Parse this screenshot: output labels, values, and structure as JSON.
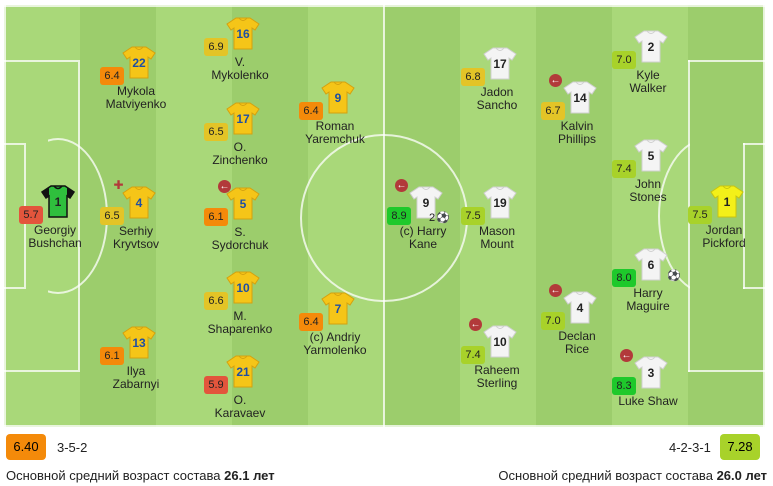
{
  "colors": {
    "r_orange": "#f48a0a",
    "r_yellow": "#e3c427",
    "r_lgreen": "#a8d22a",
    "r_green": "#49c43a",
    "r_bgreen": "#1ec92b",
    "r_red": "#e3553c",
    "ukr_shirt": "#f5c518",
    "ukr_num": "#1f4fa3",
    "eng_shirt": "#f4f4f4",
    "gk_ukr": "#2fbf3d",
    "gk_eng": "#f3f019",
    "accent_red": "#b23a3a"
  },
  "home": {
    "rating": "6.40",
    "formation": "3-5-2",
    "age_label": "Основной средний возраст состава",
    "age_value": "26.1 лет",
    "players": [
      {
        "id": "bushchan",
        "number": "1",
        "name": "Georgiy\nBushchan",
        "rating": "5.7",
        "rcolor": "#e3553c",
        "shirt": "gk_ukr"
      },
      {
        "id": "matviyenko",
        "number": "22",
        "name": "Mykola\nMatviyenko",
        "rating": "6.4",
        "rcolor": "#f48a0a",
        "shirt": "ukr"
      },
      {
        "id": "kryvtsov",
        "number": "4",
        "name": "Serhiy\nKryvtsov",
        "rating": "6.5",
        "rcolor": "#e3c427",
        "shirt": "ukr"
      },
      {
        "id": "zabarnyi",
        "number": "13",
        "name": "Ilya\nZabarnyi",
        "rating": "6.1",
        "rcolor": "#f48a0a",
        "shirt": "ukr"
      },
      {
        "id": "mykolenko",
        "number": "16",
        "name": "V.\nMykolenko",
        "rating": "6.9",
        "rcolor": "#e3c427",
        "shirt": "ukr"
      },
      {
        "id": "zinchenko",
        "number": "17",
        "name": "O.\nZinchenko",
        "rating": "6.5",
        "rcolor": "#e3c427",
        "shirt": "ukr"
      },
      {
        "id": "sydorchuk",
        "number": "5",
        "name": "S.\nSydorchuk",
        "rating": "6.1",
        "rcolor": "#f48a0a",
        "shirt": "ukr"
      },
      {
        "id": "shaparenko",
        "number": "10",
        "name": "M.\nShaparenko",
        "rating": "6.6",
        "rcolor": "#e3c427",
        "shirt": "ukr"
      },
      {
        "id": "karavaev",
        "number": "21",
        "name": "O.\nKaravaev",
        "rating": "5.9",
        "rcolor": "#e3553c",
        "shirt": "ukr"
      },
      {
        "id": "yaremchuk",
        "number": "9",
        "name": "Roman\nYaremchuk",
        "rating": "6.4",
        "rcolor": "#f48a0a",
        "shirt": "ukr"
      },
      {
        "id": "yarmolenko",
        "number": "7",
        "name": "(c) Andriy\nYarmolenko",
        "rating": "6.4",
        "rcolor": "#f48a0a",
        "shirt": "ukr"
      }
    ]
  },
  "away": {
    "rating": "7.28",
    "formation": "4-2-3-1",
    "age_label": "Основной средний возраст состава",
    "age_value": "26.0 лет",
    "players": [
      {
        "id": "kane",
        "number": "9",
        "name": "(c) Harry\nKane",
        "rating": "8.9",
        "rcolor": "#1ec92b",
        "shirt": "eng",
        "goals": "2"
      },
      {
        "id": "sancho",
        "number": "17",
        "name": "Jadon\nSancho",
        "rating": "6.8",
        "rcolor": "#e3c427",
        "shirt": "eng"
      },
      {
        "id": "mount",
        "number": "19",
        "name": "Mason\nMount",
        "rating": "7.5",
        "rcolor": "#a8d22a",
        "shirt": "eng"
      },
      {
        "id": "sterling",
        "number": "10",
        "name": "Raheem\nSterling",
        "rating": "7.4",
        "rcolor": "#a8d22a",
        "shirt": "eng"
      },
      {
        "id": "phillips",
        "number": "14",
        "name": "Kalvin\nPhillips",
        "rating": "6.7",
        "rcolor": "#e3c427",
        "shirt": "eng"
      },
      {
        "id": "rice",
        "number": "4",
        "name": "Declan\nRice",
        "rating": "7.0",
        "rcolor": "#a8d22a",
        "shirt": "eng"
      },
      {
        "id": "walker",
        "number": "2",
        "name": "Kyle\nWalker",
        "rating": "7.0",
        "rcolor": "#a8d22a",
        "shirt": "eng"
      },
      {
        "id": "stones",
        "number": "5",
        "name": "John\nStones",
        "rating": "7.4",
        "rcolor": "#a8d22a",
        "shirt": "eng"
      },
      {
        "id": "maguire",
        "number": "6",
        "name": "Harry\nMaguire",
        "rating": "8.0",
        "rcolor": "#1ec92b",
        "shirt": "eng"
      },
      {
        "id": "shaw",
        "number": "3",
        "name": "Luke Shaw",
        "rating": "8.3",
        "rcolor": "#1ec92b",
        "shirt": "eng"
      },
      {
        "id": "pickford",
        "number": "1",
        "name": "Jordan\nPickford",
        "rating": "7.5",
        "rcolor": "#a8d22a",
        "shirt": "gk_eng"
      }
    ]
  }
}
